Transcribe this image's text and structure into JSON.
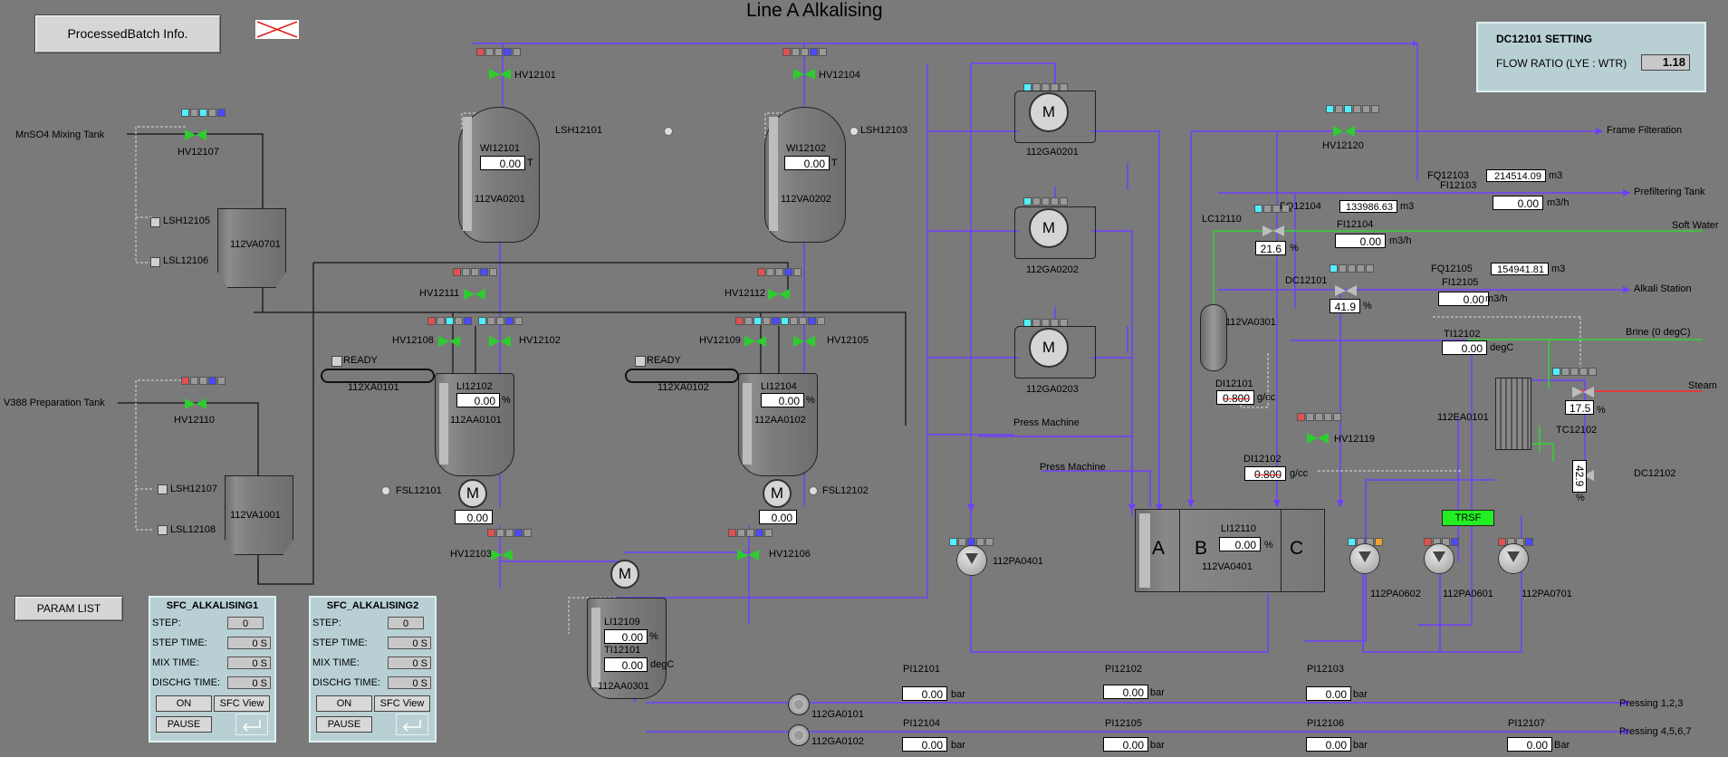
{
  "title": "Line A Alkalising",
  "batch_button": "ProcessedBatch Info.",
  "param_list_button": "PARAM LIST",
  "setting_panel": {
    "title": "DC12101 SETTING",
    "label": "FLOW RATIO (LYE : WTR)",
    "value": "1.18"
  },
  "colors": {
    "background": "#7a7a7a",
    "pipe": "#6d3fff",
    "water": "#35d235",
    "steam": "#ff2a2a",
    "panel": "#b8d0d4",
    "running": "#22ee22"
  },
  "sources": {
    "mnso4": "MnSO4 Mixing Tank",
    "v388": "V388 Preparation Tank",
    "press1": "Press Machine",
    "press2": "Press Machine"
  },
  "destinations": {
    "frame": "Frame Filteration",
    "prefilter": "Prefiltering Tank",
    "soft_water": "Soft Water",
    "alkali": "Alkali Station",
    "brine": "Brine (0 degC)",
    "steam": "Steam",
    "pressing1": "Pressing 1,2,3",
    "pressing2": "Pressing 4,5,6,7"
  },
  "valves": {
    "hv12101": "HV12101",
    "hv12104": "HV12104",
    "hv12107": "HV12107",
    "hv12110": "HV12110",
    "hv12111": "HV12111",
    "hv12112": "HV12112",
    "hv12108": "HV12108",
    "hv12102": "HV12102",
    "hv12109": "HV12109",
    "hv12105": "HV12105",
    "hv12103": "HV12103",
    "hv12106": "HV12106",
    "hv12120": "HV12120",
    "hv12119": "HV12119"
  },
  "switches": {
    "lsh12101": "LSH12101",
    "lsh12103": "LSH12103",
    "lsh12105": "LSH12105",
    "lsl12106": "LSL12106",
    "lsh12107": "LSH12107",
    "lsl12108": "LSL12108",
    "fsl12101": "FSL12101",
    "fsl12102": "FSL12102"
  },
  "tanks": {
    "va0201": {
      "tag": "112VA0201",
      "wi": "WI12101",
      "value": "0.00",
      "unit": "T"
    },
    "va0202": {
      "tag": "112VA0202",
      "wi": "WI12102",
      "value": "0.00",
      "unit": "T"
    },
    "va0701": "112VA0701",
    "va1001": "112VA1001",
    "va0301": "112VA0301",
    "ea0101": "112EA0101"
  },
  "agitators": {
    "aa0101": {
      "tag": "112AA0101",
      "li": "LI12102",
      "value": "0.00",
      "unit": "%",
      "motor": "0.00"
    },
    "aa0102": {
      "tag": "112AA0102",
      "li": "LI12104",
      "value": "0.00",
      "unit": "%",
      "motor": "0.00"
    },
    "aa0301": {
      "tag": "112AA0301",
      "li": "LI12109",
      "value": "0.00",
      "unit": "%",
      "ti": "TI12101",
      "temp": "0.00",
      "temp_unit": "degC"
    }
  },
  "conveyors": {
    "xa0101": {
      "tag": "112XA0101",
      "status": "READY"
    },
    "xa0102": {
      "tag": "112XA0102",
      "status": "READY"
    }
  },
  "motors": {
    "m": "M",
    "ga0201": "112GA0201",
    "ga0202": "112GA0202",
    "ga0203": "112GA0203"
  },
  "va0401": {
    "tag": "112VA0401",
    "a": "A",
    "b": "B",
    "c": "C",
    "li": "LI12110",
    "value": "0.00",
    "unit": "%"
  },
  "pumps": {
    "pa0401": "112PA0401",
    "pa0602": "112PA0602",
    "pa0601": "112PA0601",
    "pa0701": "112PA0701",
    "ga0101": "112GA0101",
    "ga0102": "112GA0102"
  },
  "trsf": "TRSF",
  "instruments": {
    "fq12103": {
      "tag": "FQ12103",
      "value": "214514.09",
      "unit": "m3"
    },
    "fi12103": {
      "tag": "FI12103",
      "value": "0.00",
      "unit": "m3/h"
    },
    "fq12104": {
      "tag": "FQ12104",
      "value": "133986.63",
      "unit": "m3"
    },
    "fi12104": {
      "tag": "FI12104",
      "value": "0.00",
      "unit": "m3/h"
    },
    "lc12110": {
      "tag": "LC12110",
      "value": "21.6",
      "unit": "%"
    },
    "dc12101": {
      "tag": "DC12101",
      "value": "41.9",
      "unit": "%"
    },
    "fq12105": {
      "tag": "FQ12105",
      "value": "154941.81",
      "unit": "m3"
    },
    "fi12105": {
      "tag": "FI12105",
      "value": "0.00",
      "unit": "m3/h"
    },
    "ti12102": {
      "tag": "TI12102",
      "value": "0.00",
      "unit": "degC"
    },
    "tc12102": {
      "tag": "TC12102",
      "value": "17.5",
      "unit": "%"
    },
    "di12101": {
      "tag": "DI12101",
      "value": "0.800",
      "unit": "g/cc"
    },
    "di12102": {
      "tag": "DI12102",
      "value": "0.800",
      "unit": "g/cc"
    },
    "dc12102": {
      "tag": "DC12102",
      "value": "42.9",
      "unit": "%"
    }
  },
  "pressures": [
    {
      "tag": "PI12101",
      "value": "0.00",
      "unit": "bar"
    },
    {
      "tag": "PI12102",
      "value": "0.00",
      "unit": "bar"
    },
    {
      "tag": "PI12103",
      "value": "0.00",
      "unit": "bar"
    },
    {
      "tag": "PI12104",
      "value": "0.00",
      "unit": "bar"
    },
    {
      "tag": "PI12105",
      "value": "0.00",
      "unit": "bar"
    },
    {
      "tag": "PI12106",
      "value": "0.00",
      "unit": "bar"
    },
    {
      "tag": "PI12107",
      "value": "0.00",
      "unit": "Bar"
    }
  ],
  "sfc": [
    {
      "title": "SFC_ALKALISING1",
      "step_label": "STEP:",
      "step": "0",
      "step_time_label": "STEP TIME:",
      "step_time": "0 S",
      "mix_label": "MIX TIME:",
      "mix": "0 S",
      "dischg_label": "DISCHG TIME:",
      "dischg": "0 S",
      "on": "ON",
      "view": "SFC View",
      "pause": "PAUSE"
    },
    {
      "title": "SFC_ALKALISING2",
      "step_label": "STEP:",
      "step": "0",
      "step_time_label": "STEP TIME:",
      "step_time": "0 S",
      "mix_label": "MIX TIME:",
      "mix": "0 S",
      "dischg_label": "DISCHG TIME:",
      "dischg": "0 S",
      "on": "ON",
      "view": "SFC View",
      "pause": "PAUSE"
    }
  ]
}
